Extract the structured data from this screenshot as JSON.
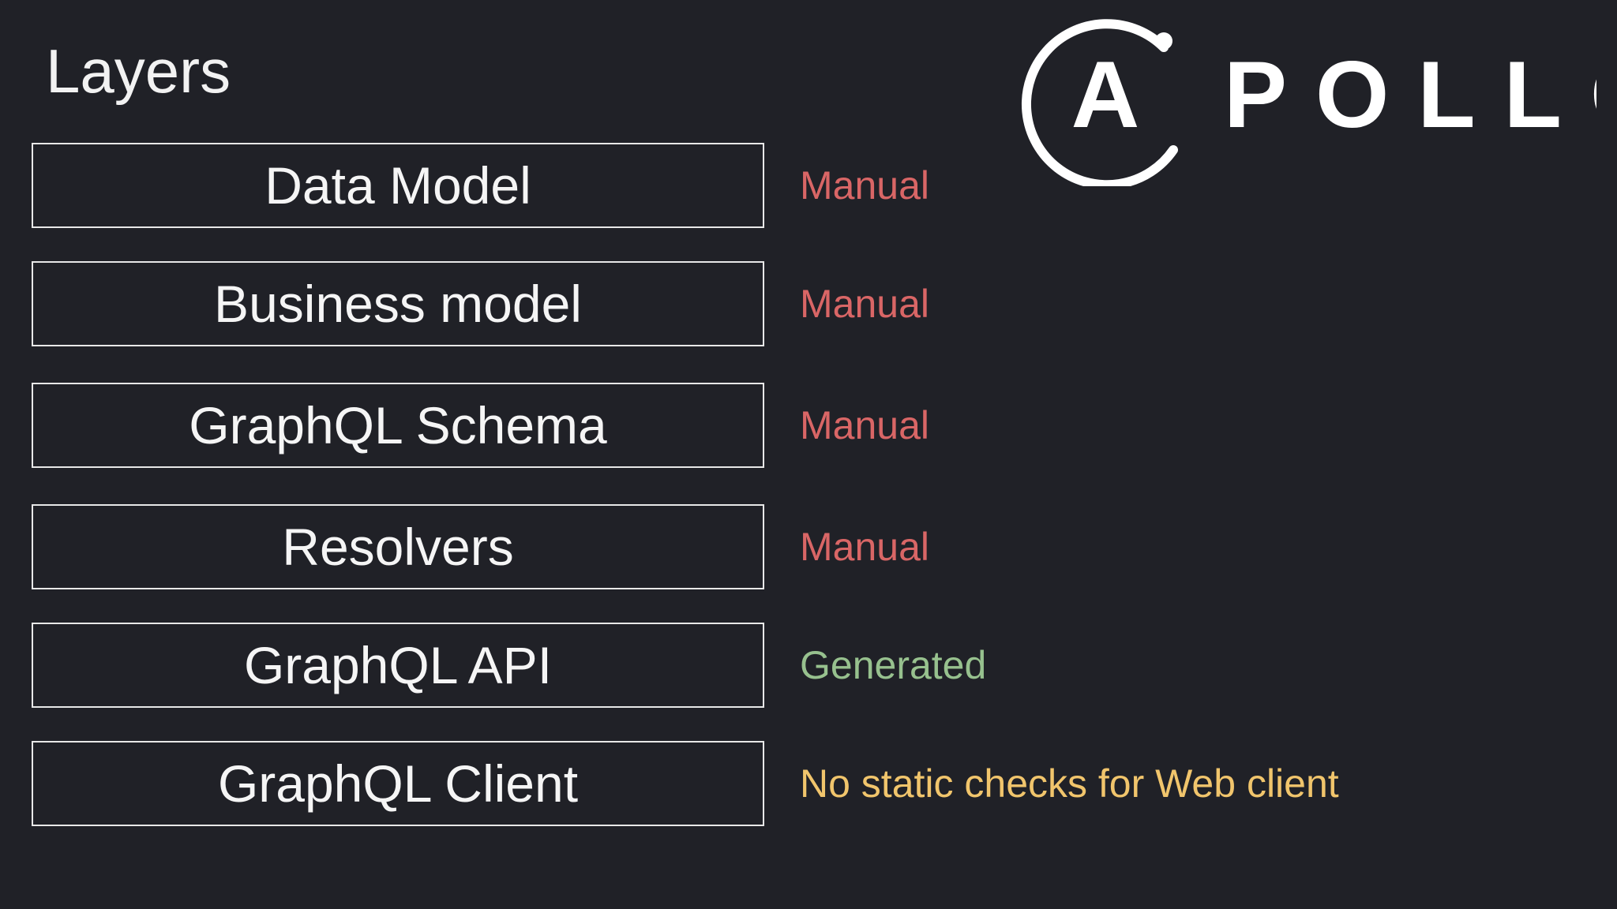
{
  "slide": {
    "title": "Layers"
  },
  "logo": {
    "text": "APOLLO",
    "icon": "apollo-logo"
  },
  "colors": {
    "background": "#202127",
    "manual": "#d96666",
    "generated": "#97c18e",
    "warning": "#f1c56c",
    "box_border": "#e8e8e8",
    "text": "#f5f5f5"
  },
  "layers": [
    {
      "label": "Data Model",
      "status": "Manual",
      "status_type": "manual"
    },
    {
      "label": "Business model",
      "status": "Manual",
      "status_type": "manual"
    },
    {
      "label": "GraphQL Schema",
      "status": "Manual",
      "status_type": "manual"
    },
    {
      "label": "Resolvers",
      "status": "Manual",
      "status_type": "manual"
    },
    {
      "label": "GraphQL API",
      "status": "Generated",
      "status_type": "generated"
    },
    {
      "label": "GraphQL Client",
      "status": "No static checks for Web client",
      "status_type": "warning"
    }
  ]
}
